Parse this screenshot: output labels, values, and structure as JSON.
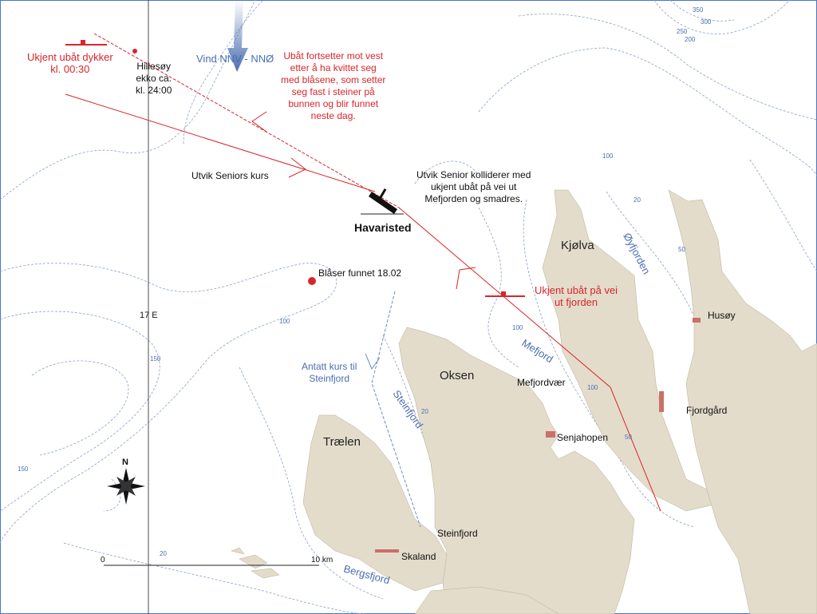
{
  "colors": {
    "land": "#e3dccb",
    "contour": "#8aa0c8",
    "red": "#d9252b",
    "blue": "#4a6fb0",
    "frame": "#4a76c9"
  },
  "annotations": {
    "sub_dives": [
      "Ukjent ubåt dykker",
      "kl. 00:30"
    ],
    "hillesoy": [
      "Hillesøy",
      "ekko ca.",
      "kl. 24:00"
    ],
    "wind": "Vind NNV - NNØ",
    "sub_continues": [
      "Ubåt fortsetter mot vest",
      "etter å ha kvittet seg",
      "med blåsene, som setter",
      "seg fast i steiner på",
      "bunnen og blir funnet",
      "neste dag."
    ],
    "course": "Utvik Seniors kurs",
    "collision": [
      "Utvik Senior kolliderer med",
      "ukjent ubåt på vei ut",
      "Mefjorden og smadres."
    ],
    "wreck_site": "Havaristed",
    "bladders_found": "Blåser funnet 18.02",
    "sub_leaving": [
      "Ukjent ubåt på vei",
      "ut fjorden"
    ],
    "assumed_course": [
      "Antatt kurs til",
      "Steinfjord"
    ],
    "meridian": "17 E",
    "north": "N",
    "scale_start": "0",
    "scale_end": "10 km"
  },
  "places": {
    "kjolva": "Kjølva",
    "oksen": "Oksen",
    "traelen": "Trælen",
    "husoy": "Husøy",
    "fjordgard": "Fjordgård",
    "mefjordvaer": "Mefjordvær",
    "senjahopen": "Senjahopen",
    "steinfjord": "Steinfjord",
    "skaland": "Skaland"
  },
  "fjords": {
    "mefjord": "Mefjord",
    "oyfjorden": "Øyfjorden",
    "steinfjord": "Steinfjord",
    "bergsfjord": "Bergsfjord"
  },
  "depths": [
    "350",
    "300",
    "250",
    "200",
    "100",
    "20",
    "50",
    "100",
    "150",
    "150",
    "100",
    "20",
    "50",
    "20",
    "100"
  ]
}
